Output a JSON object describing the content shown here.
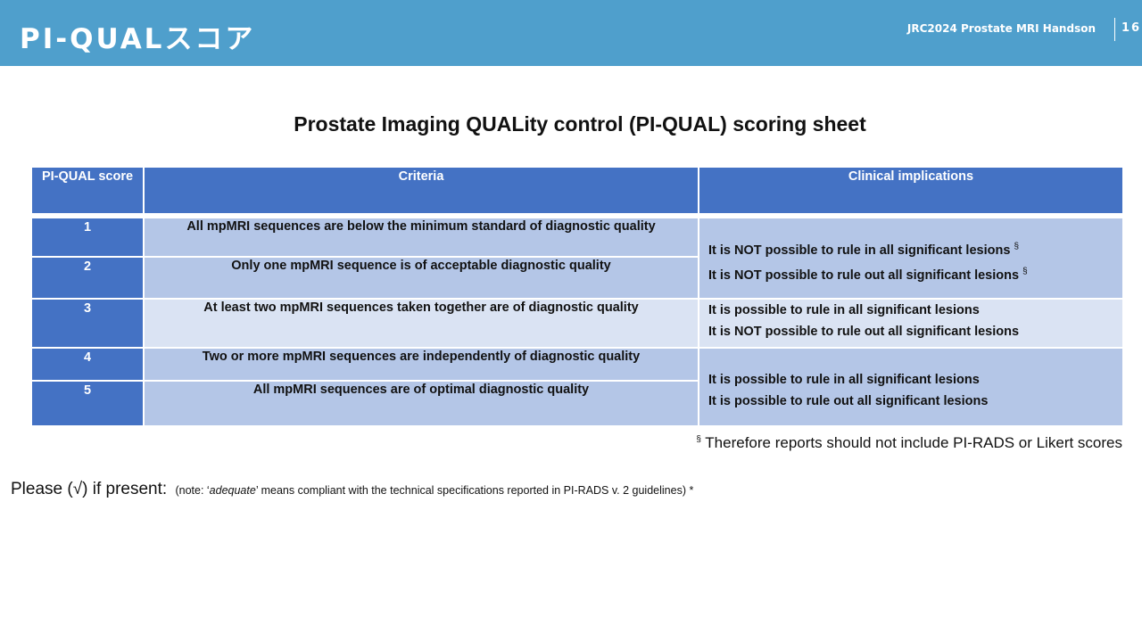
{
  "header": {
    "title": "PI-QUALスコア",
    "meta": "JRC2024 Prostate MRI Handson",
    "page_number": "16",
    "bar_color": "#4f9fcc"
  },
  "sheet": {
    "title": "Prostate Imaging QUALity control (PI-QUAL) scoring sheet",
    "columns": [
      "PI-QUAL score",
      "Criteria",
      "Clinical implications"
    ],
    "rows": [
      {
        "score": "1",
        "criteria": "All mpMRI sequences are below the minimum standard of diagnostic quality"
      },
      {
        "score": "2",
        "criteria": "Only one mpMRI sequence is of acceptable diagnostic quality"
      },
      {
        "score": "3",
        "criteria": "At least two mpMRI sequences taken together are of diagnostic quality"
      },
      {
        "score": "4",
        "criteria": "Two or more mpMRI sequences are independently of diagnostic quality"
      },
      {
        "score": "5",
        "criteria": "All mpMRI sequences are of optimal diagnostic quality"
      }
    ],
    "implications": [
      {
        "scores": "1-2",
        "lines": [
          "It is NOT possible to rule in all significant lesions",
          "It is NOT possible to rule out all significant lesions"
        ],
        "mark": "§"
      },
      {
        "scores": "3",
        "lines": [
          "It is possible to rule in all significant lesions",
          "It is NOT possible to rule out all significant lesions"
        ],
        "mark": ""
      },
      {
        "scores": "4-5",
        "lines": [
          "It is possible to rule in all significant lesions",
          "It is possible to rule out all significant lesions"
        ],
        "mark": ""
      }
    ],
    "colors": {
      "header": "#4472c4",
      "row_dark": "#b4c6e7",
      "row_light": "#dae3f3"
    }
  },
  "footnote": {
    "mark": "§",
    "text": " Therefore reports should not include PI-RADS or Likert scores"
  },
  "instruction": {
    "main": "Please  (√) if present:",
    "note_prefix": "(note: ‘",
    "note_italic": "adequate",
    "note_suffix": "’ means compliant with the technical specifications reported in PI-RADS v. 2 guidelines) *"
  }
}
